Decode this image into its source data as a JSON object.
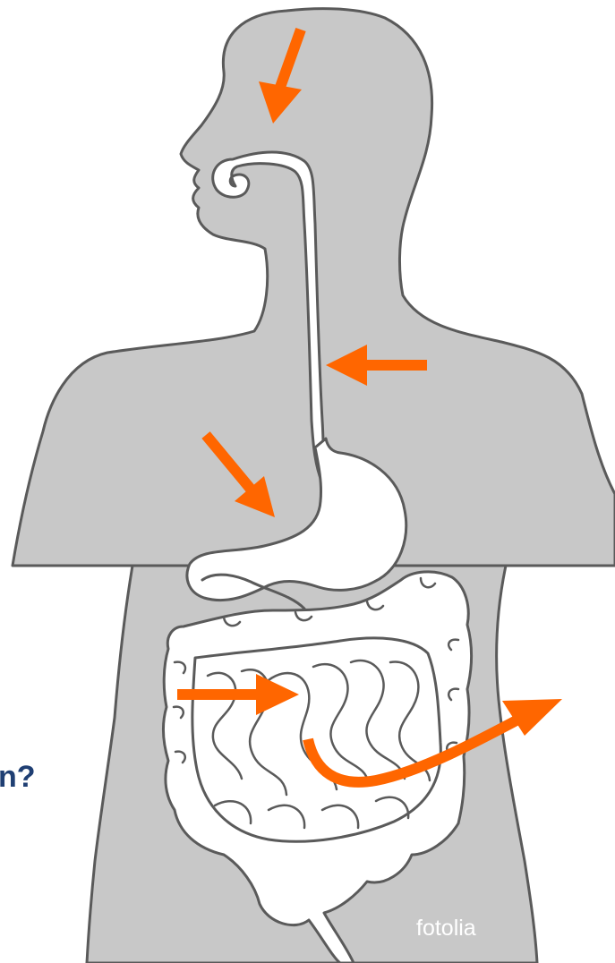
{
  "diagram": {
    "partial_text": "n?",
    "watermark": "fotolia",
    "colors": {
      "background": "#ffffff",
      "body_fill": "#c8c8c8",
      "outline": "#5a5a5a",
      "tract_fill": "#ffffff",
      "arrow": "#ff6600",
      "text": "#1f3f73",
      "watermark": "#ffffff"
    },
    "icons": [
      "human-silhouette",
      "esophagus",
      "stomach",
      "large-intestine",
      "small-intestine",
      "arrow-mouth",
      "arrow-esophagus",
      "arrow-stomach",
      "arrow-small-intestine",
      "arrow-absorption"
    ]
  }
}
